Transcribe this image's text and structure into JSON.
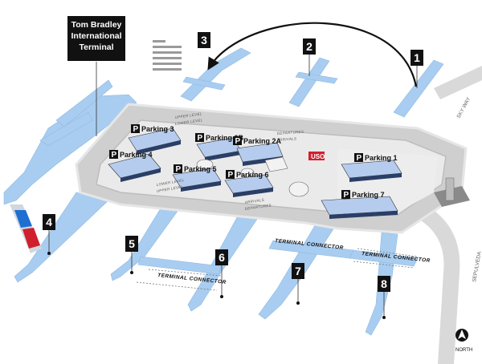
{
  "title_box": {
    "line1": "Tom Bradley",
    "line2": "International",
    "line3": "Terminal"
  },
  "terminals": [
    "1",
    "2",
    "3",
    "4",
    "5",
    "6",
    "7",
    "8"
  ],
  "parking": [
    "Parking 1",
    "Parking 2A",
    "Parking 2B",
    "Parking 3",
    "Parking 4",
    "Parking 5",
    "Parking 6",
    "Parking 7"
  ],
  "parking_symbol": "P",
  "road_labels": {
    "upper_level": "UPPER LEVEL",
    "lower_level": "LOWER LEVEL",
    "departures": "DEPARTURES",
    "arrivals": "ARRIVALS",
    "lower_level_2": "LOWER LEVEL",
    "upper_level_2": "UPPER LEVEL",
    "arrivals_2": "ARRIVALS",
    "departures_2": "DEPARTURES",
    "sky_way": "SKY WAY",
    "sepulveda": "SEPULVEDA"
  },
  "connectors": [
    "TERMINAL CONNECTOR",
    "TERMINAL CONNECTOR",
    "TERMINAL CONNECTOR"
  ],
  "uso": "USO",
  "north": "NORTH",
  "colors": {
    "concourse": "#a9cdf0",
    "road": "#c9c9c9",
    "road_edge": "#e8e8e8",
    "badge": "#111111",
    "uso": "#d0202e"
  }
}
